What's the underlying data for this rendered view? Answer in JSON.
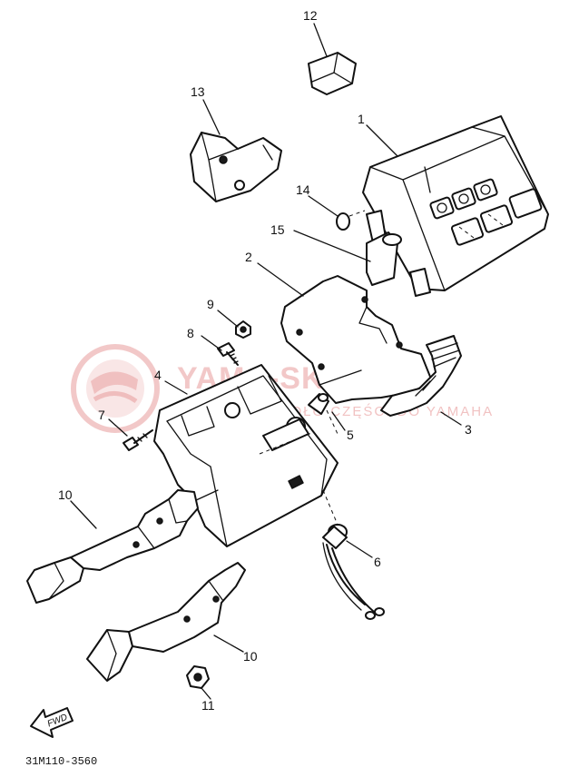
{
  "diagram": {
    "parts": [
      {
        "id": "part-1",
        "label": "1"
      },
      {
        "id": "part-2",
        "label": "2"
      },
      {
        "id": "part-3",
        "label": "3"
      },
      {
        "id": "part-4",
        "label": "4"
      },
      {
        "id": "part-5",
        "label": "5"
      },
      {
        "id": "part-6",
        "label": "6"
      },
      {
        "id": "part-7",
        "label": "7"
      },
      {
        "id": "part-8",
        "label": "8"
      },
      {
        "id": "part-9",
        "label": "9"
      },
      {
        "id": "part-10a",
        "label": "10"
      },
      {
        "id": "part-10b",
        "label": "10"
      },
      {
        "id": "part-11",
        "label": "11"
      },
      {
        "id": "part-12",
        "label": "12"
      },
      {
        "id": "part-13",
        "label": "13"
      },
      {
        "id": "part-14",
        "label": "14"
      },
      {
        "id": "part-15",
        "label": "15"
      }
    ],
    "direction_arrow": "FWD",
    "drawing_code": "31M110-3560"
  },
  "watermark": {
    "title": "YAMA-SKLEP.PL",
    "subtitle": "TWOJE ŹRÓDŁO CZĘŚCI DO YAMAHA",
    "color": "#e89a9a"
  }
}
